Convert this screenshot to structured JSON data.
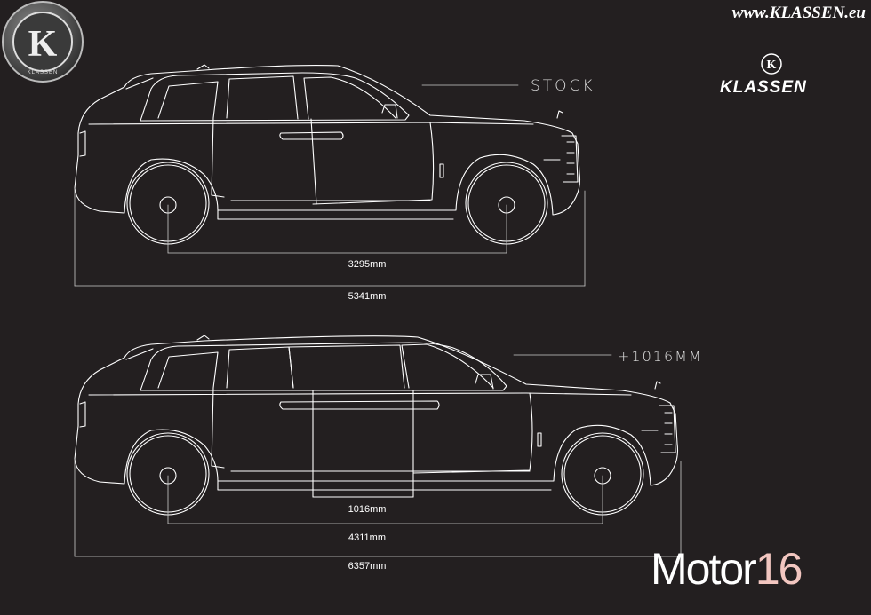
{
  "header": {
    "url": "www.KLASSEN.eu",
    "badge_ring_text": "KLASSEN",
    "badge_letter": "K",
    "brand_letter": "K",
    "brand_name": "KLASSEN"
  },
  "stock_view": {
    "label": "STOCK",
    "wheelbase": "3295mm",
    "overall_length": "5341mm"
  },
  "extended_view": {
    "label": "+1016MM",
    "extension": "1016mm",
    "wheelbase": "4311mm",
    "overall_length": "6357mm"
  },
  "watermark": {
    "word": "Motor",
    "number": "16"
  },
  "colors": {
    "background": "#231f20",
    "line": "#ffffff",
    "watermark_accent": "#f2c6c0"
  }
}
